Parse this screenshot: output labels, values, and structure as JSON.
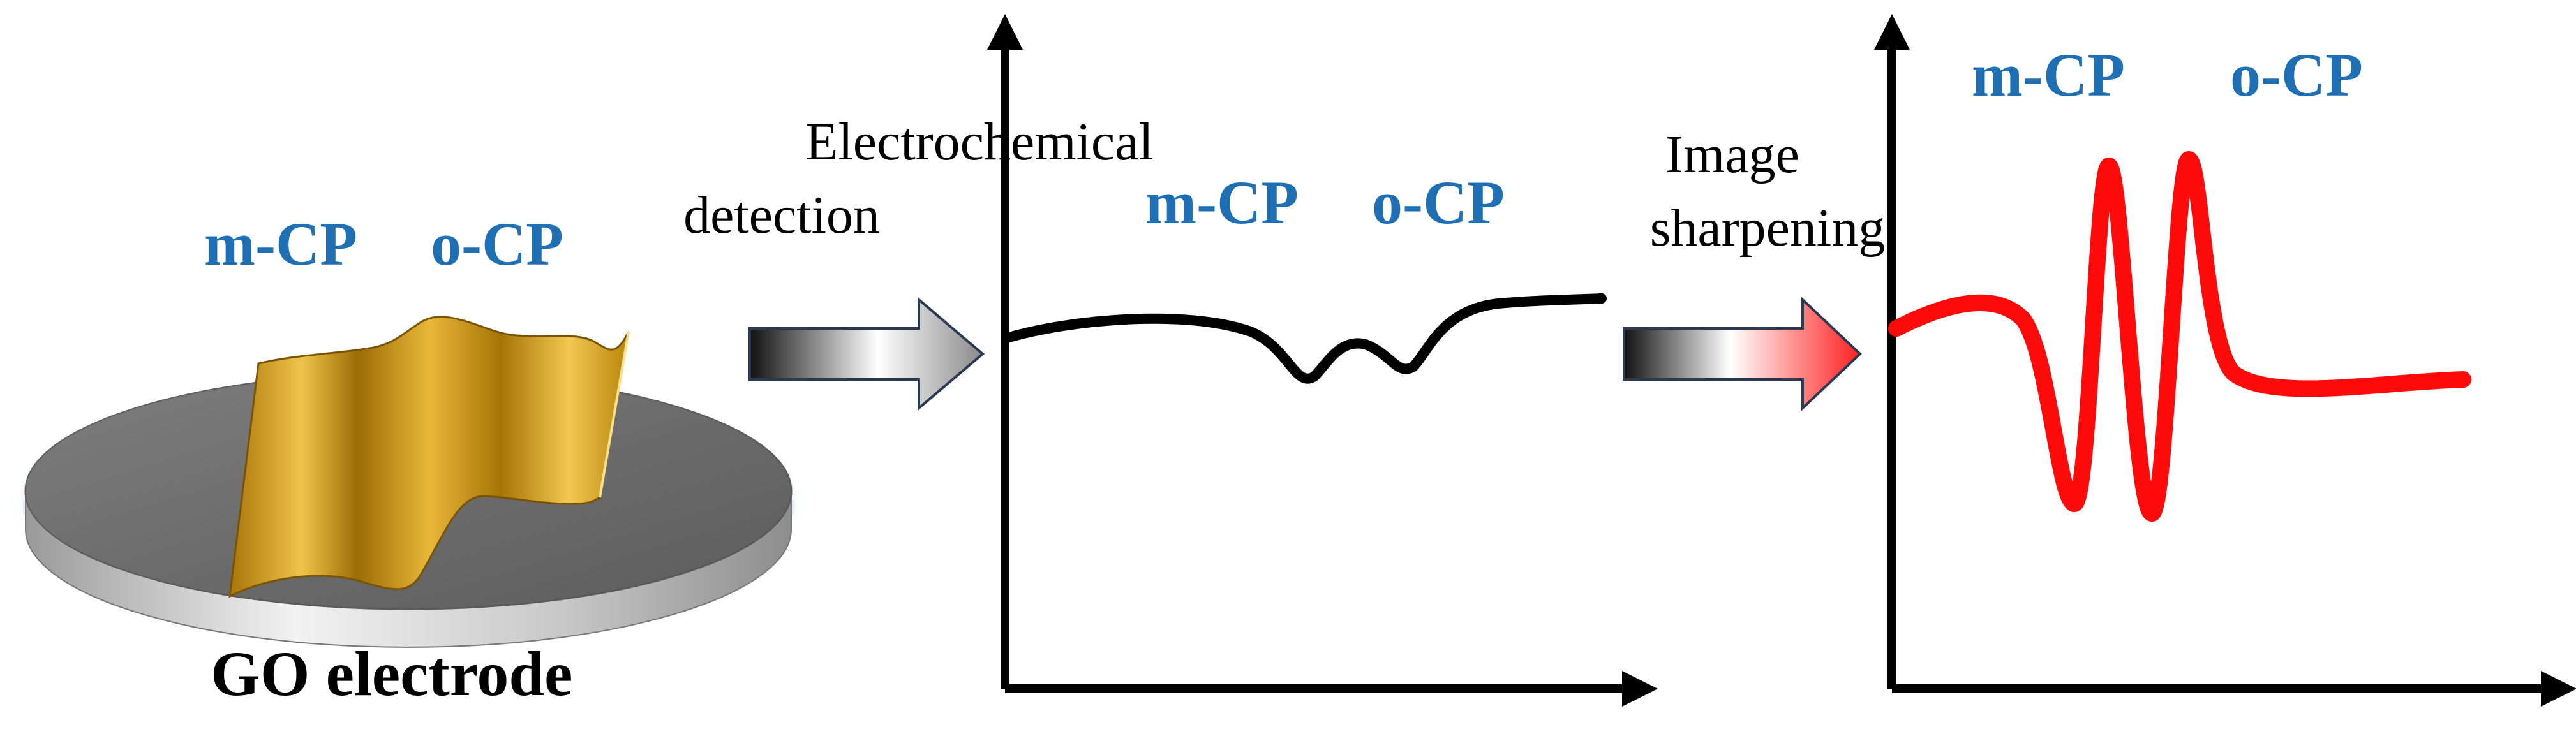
{
  "electrode": {
    "label": "GO electrode",
    "peak_labels": [
      "m-CP",
      "o-CP"
    ]
  },
  "arrow1": {
    "caption_lines": [
      "Electrochemical",
      "detection"
    ]
  },
  "plot1": {
    "peak_labels": [
      "m-CP",
      "o-CP"
    ]
  },
  "arrow2": {
    "caption_lines": [
      "Image",
      "sharpening"
    ]
  },
  "plot2": {
    "peak_labels": [
      "m-CP",
      "o-CP"
    ]
  },
  "colors": {
    "label_blue": "#1f6fb5",
    "signal_raw": "#000000",
    "signal_sharpened": "#ff0000",
    "gold": "#d9a520",
    "disk": "#6e6e6e"
  }
}
